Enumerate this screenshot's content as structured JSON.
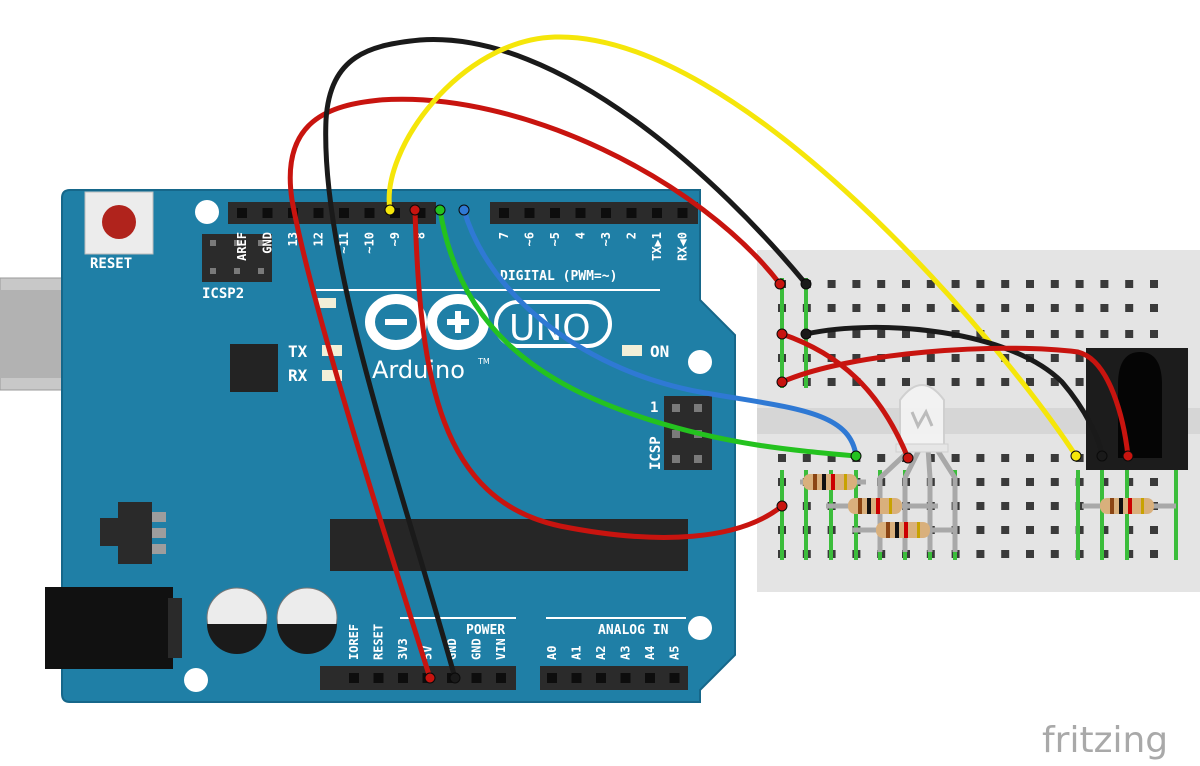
{
  "board": {
    "name": "Arduino",
    "model": "UNO",
    "trademark": "TM",
    "reset_label": "RESET",
    "icsp_label": "ICSP",
    "icsp2_label": "ICSP2",
    "tx_label": "TX",
    "rx_label": "RX",
    "on_label": "ON",
    "icsp_pin1_label": "1",
    "digital_header_label": "DIGITAL (PWM=~)",
    "digital_pins": [
      "AREF",
      "GND",
      "13",
      "12",
      "~11",
      "~10",
      "~9",
      "8",
      "7",
      "~6",
      "~5",
      "4",
      "~3",
      "2",
      "TX▶1",
      "RX◀0"
    ],
    "power_header_label": "POWER",
    "power_pins": [
      "IOREF",
      "RESET",
      "3V3",
      "5V",
      "GND",
      "GND",
      "VIN"
    ],
    "analog_header_label": "ANALOG IN",
    "analog_pins": [
      "A0",
      "A1",
      "A2",
      "A3",
      "A4",
      "A5"
    ],
    "colors": {
      "pcb": "#1f7fa6",
      "pcb_edge": "#16678a",
      "header": "#2b2b2b"
    }
  },
  "wires": {
    "colors": {
      "red": "#c8140f",
      "black": "#1a1a1a",
      "yellow": "#f5e60a",
      "green": "#24c21f",
      "blue": "#2f79d4",
      "lead": "#a8a8a8"
    }
  },
  "components": {
    "led": "rgb-led",
    "ir_receiver": "ir-receiver",
    "resistor_count": 4
  },
  "watermark": {
    "text": "fritzing"
  }
}
